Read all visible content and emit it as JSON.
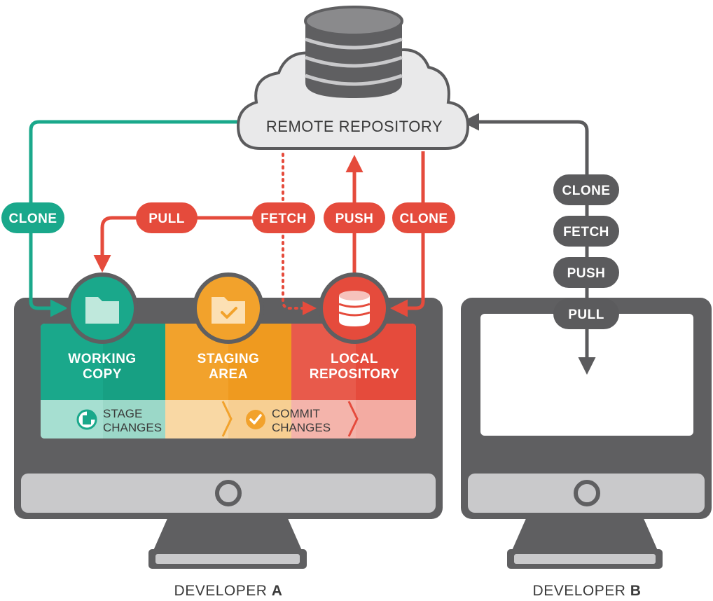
{
  "remote": {
    "label": "REMOTE REPOSITORY"
  },
  "developer_a": {
    "label_prefix": "DEVELOPER ",
    "label_letter": "A",
    "zones": {
      "working_copy": {
        "line1": "WORKING",
        "line2": "COPY"
      },
      "staging_area": {
        "line1": "STAGING",
        "line2": "AREA"
      },
      "local_repository": {
        "line1": "LOCAL",
        "line2": "REPOSITORY"
      }
    },
    "steps": {
      "stage_changes": {
        "line1": "STAGE",
        "line2": "CHANGES"
      },
      "commit_changes": {
        "line1": "COMMIT",
        "line2": "CHANGES"
      }
    }
  },
  "developer_b": {
    "label_prefix": "DEVELOPER ",
    "label_letter": "B"
  },
  "operations": {
    "clone_left": "CLONE",
    "pull": "PULL",
    "fetch": "FETCH",
    "push": "PUSH",
    "clone_right": "CLONE",
    "b_clone": "CLONE",
    "b_fetch": "FETCH",
    "b_push": "PUSH",
    "b_pull": "PULL"
  },
  "colors": {
    "teal": "#1aa88b",
    "orange": "#f2a22c",
    "red": "#e54b3c",
    "gray": "#5b5b5d",
    "monitor": "#5f5f61"
  }
}
